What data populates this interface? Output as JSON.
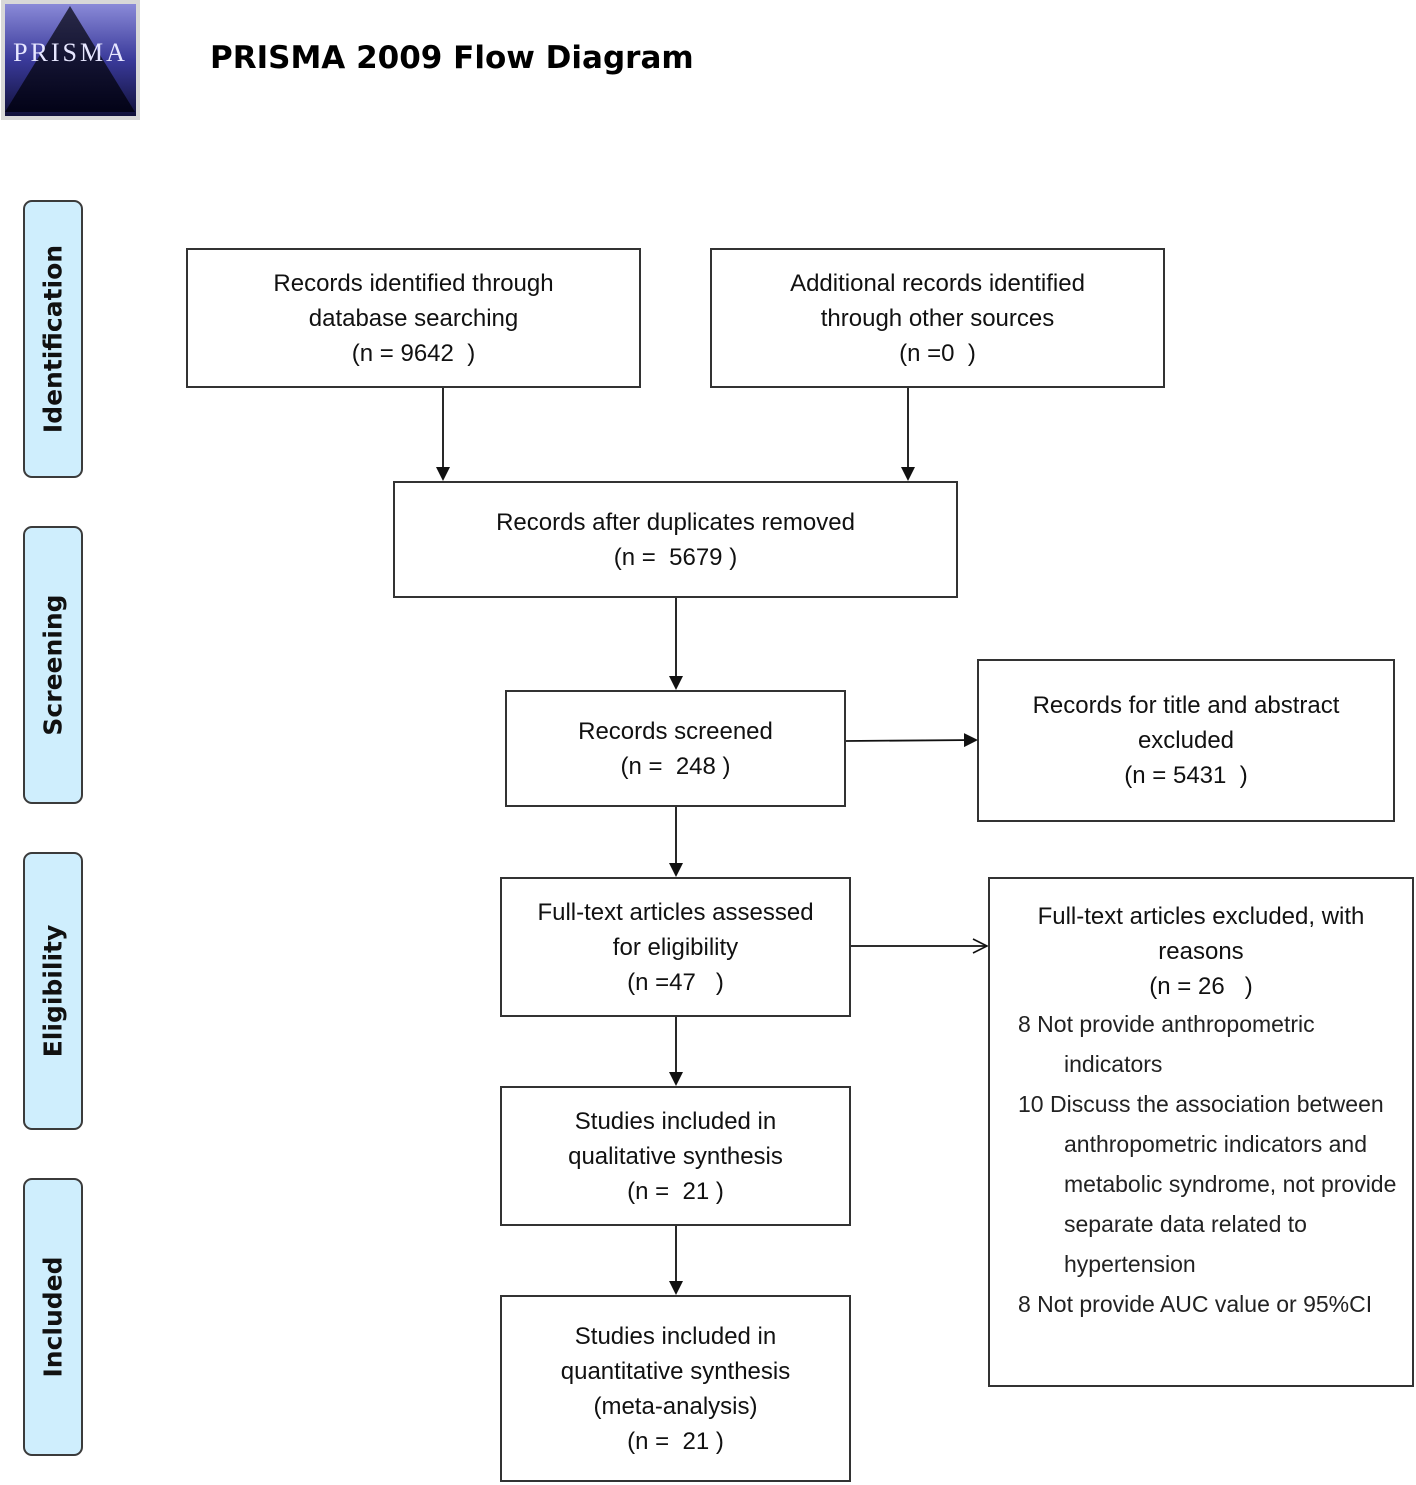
{
  "logo": {
    "text": "PRISMA"
  },
  "title": "PRISMA 2009 Flow Diagram",
  "stages": [
    "Identification",
    "Screening",
    "Eligibility",
    "Included"
  ],
  "boxes": {
    "database": {
      "lines": [
        "Records identified through",
        "database searching",
        "(n = 9642  )"
      ]
    },
    "other_sources": {
      "lines": [
        "Additional records identified",
        "through other sources",
        "(n =0  )"
      ]
    },
    "after_duplicates": {
      "lines": [
        "Records after duplicates removed",
        "(n =  5679 )"
      ]
    },
    "screened": {
      "lines": [
        "Records screened",
        "(n =  248 )"
      ]
    },
    "title_abstract_excluded": {
      "lines": [
        "Records for title and abstract",
        "excluded",
        "(n = 5431  )"
      ]
    },
    "fulltext_assessed": {
      "lines": [
        "Full-text articles assessed",
        "for eligibility",
        "(n =47   )"
      ]
    },
    "fulltext_excluded": {
      "lines": [
        "Full-text articles excluded, with",
        "reasons",
        "(n = 26   )"
      ],
      "reasons": [
        "8 Not provide anthropometric indicators",
        "10 Discuss the association between anthropometric indicators and metabolic syndrome,  not provide separate data related to hypertension",
        "8 Not provide AUC value or 95%CI"
      ]
    },
    "qualitative": {
      "lines": [
        "Studies included in",
        "qualitative synthesis",
        "(n =  21 )"
      ]
    },
    "quantitative": {
      "lines": [
        "Studies included in",
        "quantitative synthesis",
        "(meta-analysis)",
        "(n =  21 )"
      ]
    }
  },
  "colors": {
    "stage_fill": "#cfeefd",
    "border": "#333333",
    "logo_dark": "#1a1a4a"
  }
}
